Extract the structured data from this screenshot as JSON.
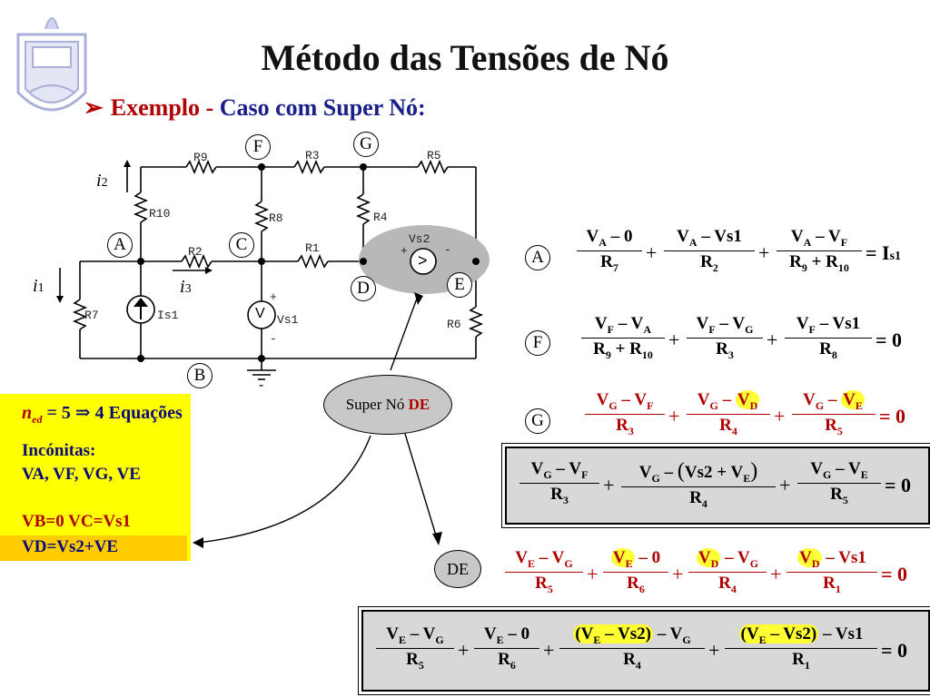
{
  "title": "Método das Tensões de Nó",
  "subtitle": {
    "bullet": "➢",
    "part1": "Exemplo - ",
    "part2": "Caso com Super Nó:"
  },
  "logo": {
    "icon": "university-crest-icon"
  },
  "circuit": {
    "resistors": [
      "R9",
      "R3",
      "R5",
      "R10",
      "R8",
      "R4",
      "R2",
      "R1",
      "R7",
      "R6"
    ],
    "sources": {
      "is1": "Is1",
      "vs1": "Vs1",
      "vs2": "Vs2",
      "vs2_symbol": ">",
      "vs1_symbol": "V"
    },
    "nodes": [
      "A",
      "B",
      "C",
      "D",
      "E",
      "F",
      "G"
    ],
    "currents": {
      "i1": "i",
      "i1s": "1",
      "i2": "i",
      "i2s": "2",
      "i3": "i",
      "i3s": "3"
    },
    "polarity": {
      "plus": "+",
      "minus": "-"
    }
  },
  "supernode": {
    "label": "Super Nó ",
    "label_bold": "DE",
    "node_label": "DE"
  },
  "yellow_box": {
    "ned": "n",
    "ned_sub": "ed",
    "ned_rest": " = 5  ⇒  4 Equações",
    "unknowns_title": "Incónitas:",
    "unknowns": "VA, VF, VG, VE",
    "line3": "VB=0    VC=Vs1",
    "line4": "VD=Vs2+VE"
  },
  "equation_labels": {
    "a": "A",
    "f": "F",
    "g": "G",
    "de": "DE"
  },
  "equations_text": {
    "a": "(VA − 0)/R7 + (VA − Vs1)/R2 + (VA − VF)/(R9 + R10) = Is1",
    "f": "(VF − VA)/(R9 + R10) + (VF − VG)/R3 + (VF − Vs1)/R8 = 0",
    "g": "(VG − VF)/R3 + (VG − VD)/R4 + (VG − VE)/R5 = 0",
    "g_boxed": "(VG − VF)/R3 + (VG − (Vs2 + VE))/R4 + (VG − VE)/R5 = 0",
    "de": "(VE − VG)/R5 + (VE − 0)/R6 + (VD − VG)/R4 + (VD − Vs1)/R1 = 0",
    "de_boxed": "(VE − VG)/R5 + (VE − 0)/R6 + ((VE − Vs2) − VG)/R4 + ((VE − Vs2) − Vs1)/R1 = 0"
  }
}
